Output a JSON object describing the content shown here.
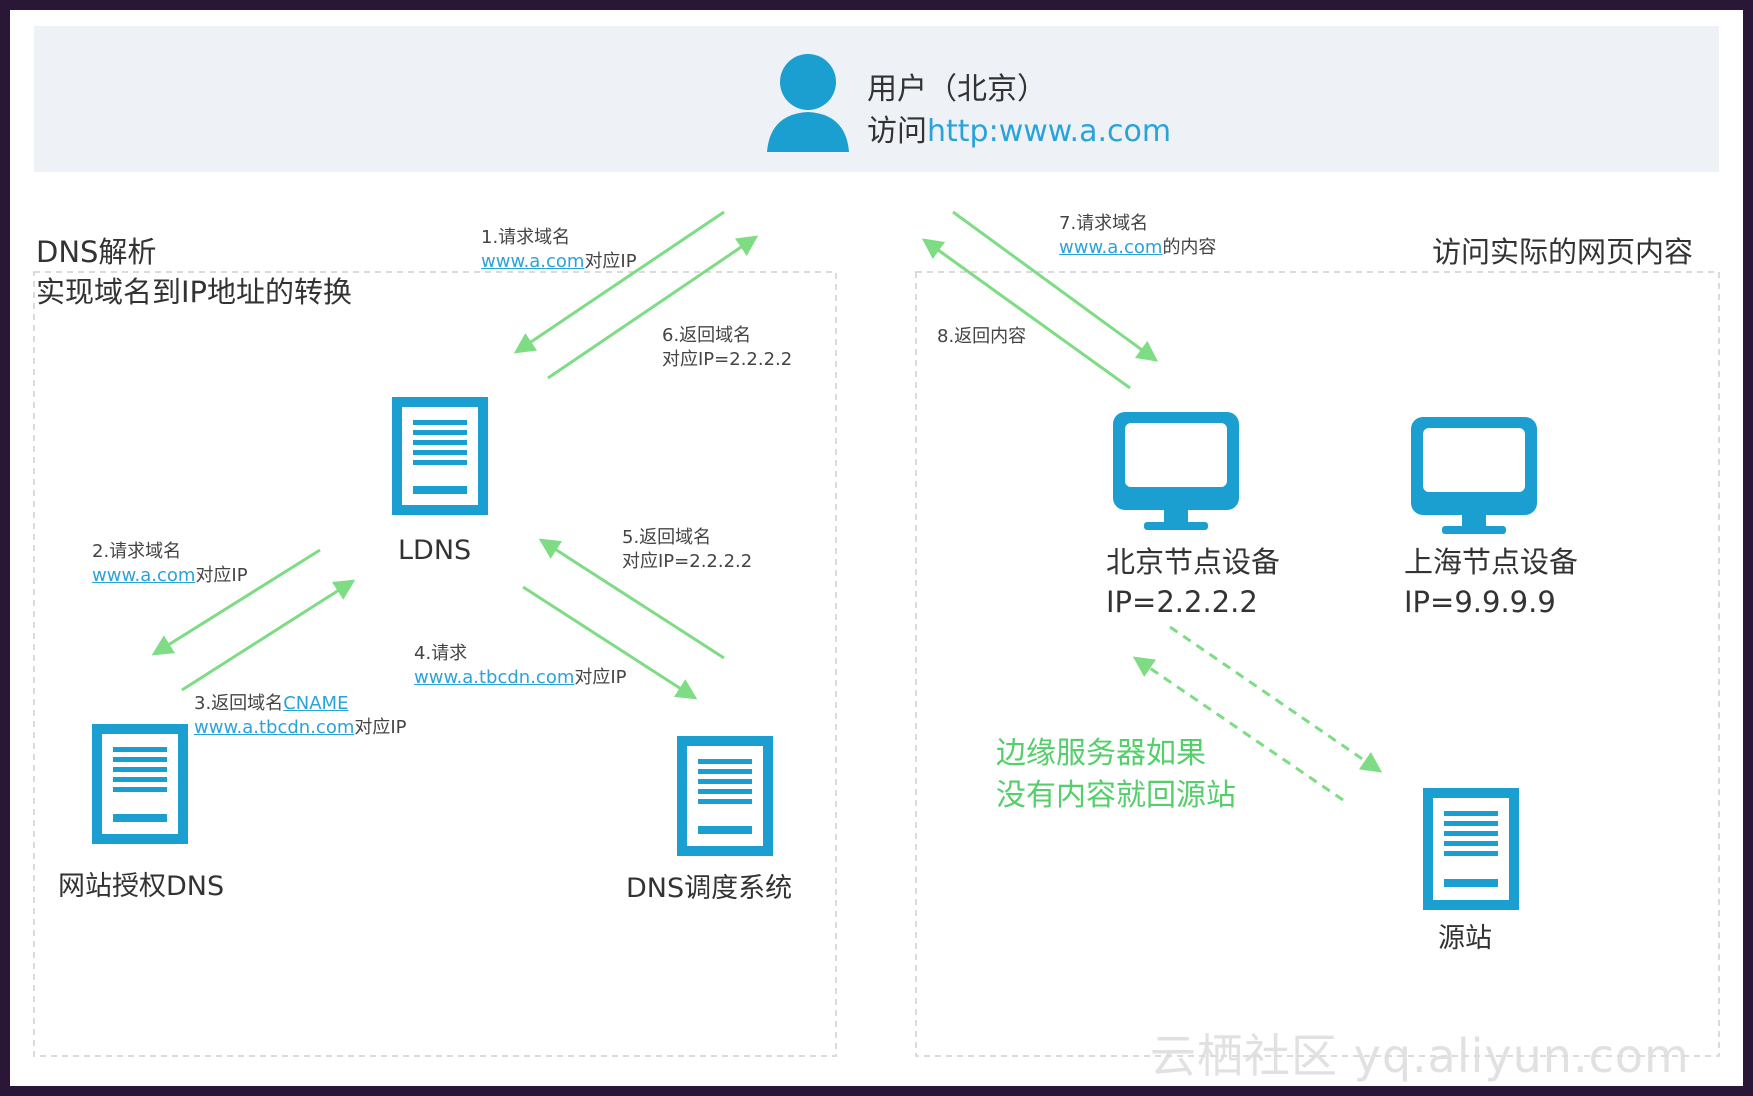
{
  "header": {
    "user_line": "用户（北京）",
    "visit_prefix": "访问",
    "visit_url": "http:www.a.com"
  },
  "dns_section": {
    "title_line1": "DNS解析",
    "title_line2": "实现域名到IP地址的转换"
  },
  "content_section": {
    "title": "访问实际的网页内容"
  },
  "nodes": {
    "ldns": "LDNS",
    "auth_dns": "网站授权DNS",
    "dns_sched": "DNS调度系统",
    "beijing_name": "北京节点设备",
    "beijing_ip": "IP=2.2.2.2",
    "shanghai_name": "上海节点设备",
    "shanghai_ip": "IP=9.9.9.9",
    "origin": "源站"
  },
  "steps": {
    "s1_title": "1.请求域名",
    "s1_link": "www.a.com",
    "s1_suffix": "对应IP",
    "s2_title": "2.请求域名",
    "s2_link": "www.a.com",
    "s2_suffix": "对应IP",
    "s3_title": "3.返回域名",
    "s3_cname": "CNAME",
    "s3_link": "www.a.tbcdn.com",
    "s3_suffix": "对应IP",
    "s4_title": "4.请求",
    "s4_link": "www.a.tbcdn.com",
    "s4_suffix": "对应IP",
    "s5_title": "5.返回域名",
    "s5_line2": "对应IP=2.2.2.2",
    "s6_title": "6.返回域名",
    "s6_line2": "对应IP=2.2.2.2",
    "s7_title": "7.请求域名",
    "s7_link": "www.a.com",
    "s7_suffix": "的内容",
    "s8_title": "8.返回内容"
  },
  "edge_note": {
    "line1": "边缘服务器如果",
    "line2": "没有内容就回源站"
  },
  "watermark": "云栖社区 yq.aliyun.com",
  "colors": {
    "icon_blue": "#1a9fd0",
    "arrow_green": "#7ddc84",
    "link_blue": "#2aa3d8",
    "note_green": "#55cf6b",
    "border_dash": "#cfcfcf"
  }
}
